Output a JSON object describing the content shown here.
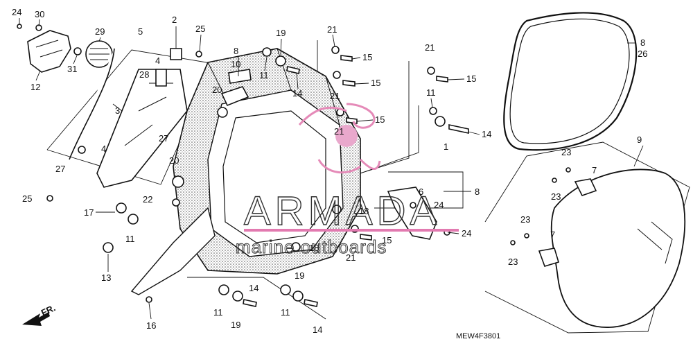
{
  "diagram": {
    "code": "MEW4F3801",
    "direction_label": "FR.",
    "watermark": {
      "brand": "ARMADA",
      "tagline": "marine outboards"
    },
    "labels": [
      "24",
      "30",
      "29",
      "31",
      "12",
      "5",
      "2",
      "25",
      "3",
      "4",
      "28",
      "27",
      "4",
      "27",
      "25",
      "8",
      "10",
      "20",
      "19",
      "11",
      "14",
      "21",
      "15",
      "15",
      "21",
      "21",
      "15",
      "21",
      "15",
      "11",
      "1",
      "14",
      "8",
      "26",
      "9",
      "23",
      "7",
      "23",
      "23",
      "7",
      "23",
      "20",
      "22",
      "17",
      "11",
      "13",
      "16",
      "11",
      "19",
      "14",
      "11",
      "19",
      "14",
      "18",
      "18",
      "15",
      "21",
      "6",
      "8",
      "24",
      "24"
    ]
  }
}
